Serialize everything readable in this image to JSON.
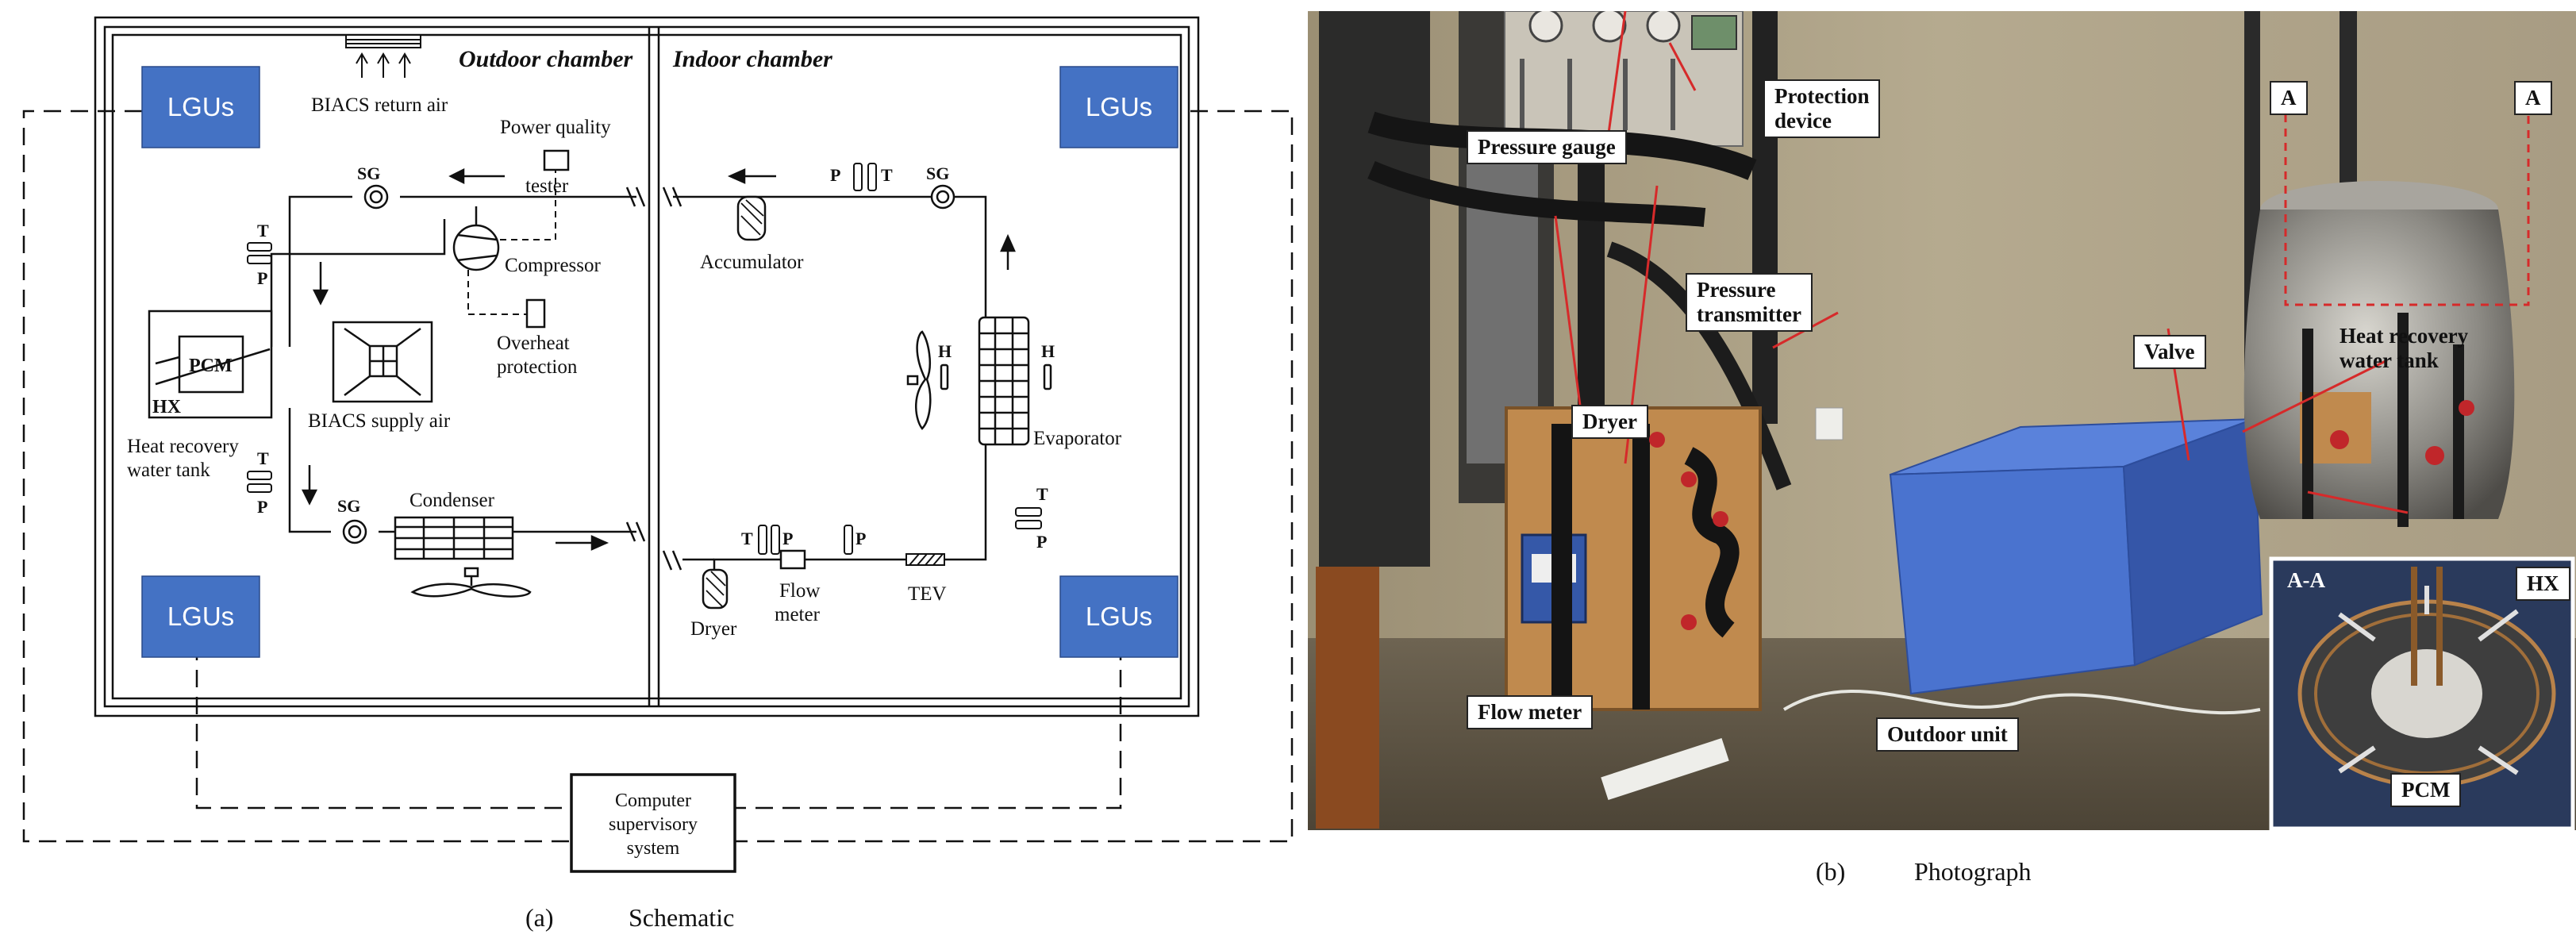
{
  "schematic": {
    "outdoor_chamber": "Outdoor chamber",
    "indoor_chamber": "Indoor chamber",
    "lgus": "LGUs",
    "biacs_return_air": "BIACS return air",
    "biacs_supply_air": "BIACS supply air",
    "power_quality_tester": [
      "Power quality",
      "tester"
    ],
    "compressor": "Compressor",
    "overheat_protection": [
      "Overheat",
      "protection"
    ],
    "pcm": "PCM",
    "hx": "HX",
    "heat_recovery_tank": [
      "Heat recovery",
      "water tank"
    ],
    "condenser": "Condenser",
    "accumulator": "Accumulator",
    "evaporator": "Evaporator",
    "dryer": "Dryer",
    "flow_meter": [
      "Flow",
      "meter"
    ],
    "tev": "TEV",
    "computer": [
      "Computer",
      "supervisory",
      "system"
    ],
    "sg": "SG",
    "t": "T",
    "p": "P",
    "h": "H"
  },
  "photo_labels": {
    "pressure_gauge": "Pressure gauge",
    "protection_device": [
      "Protection",
      "device"
    ],
    "pressure_transmitter": [
      "Pressure",
      "transmitter"
    ],
    "dryer": "Dryer",
    "valve": "Valve",
    "heat_recovery": [
      "Heat recovery",
      "water tank"
    ],
    "flow_meter": "Flow meter",
    "outdoor_unit": "Outdoor unit",
    "a_left": "A",
    "a_right": "A",
    "aa": "A-A",
    "hx": "HX",
    "pcm": "PCM"
  },
  "captions": {
    "a_tag": "(a)",
    "a_text": "Schematic",
    "b_tag": "(b)",
    "b_text": "Photograph"
  },
  "colors": {
    "lgus_fill": "#4472c4",
    "outdoor_unit_fill": "#4a73cf",
    "leader_line": "#d62a2a"
  }
}
